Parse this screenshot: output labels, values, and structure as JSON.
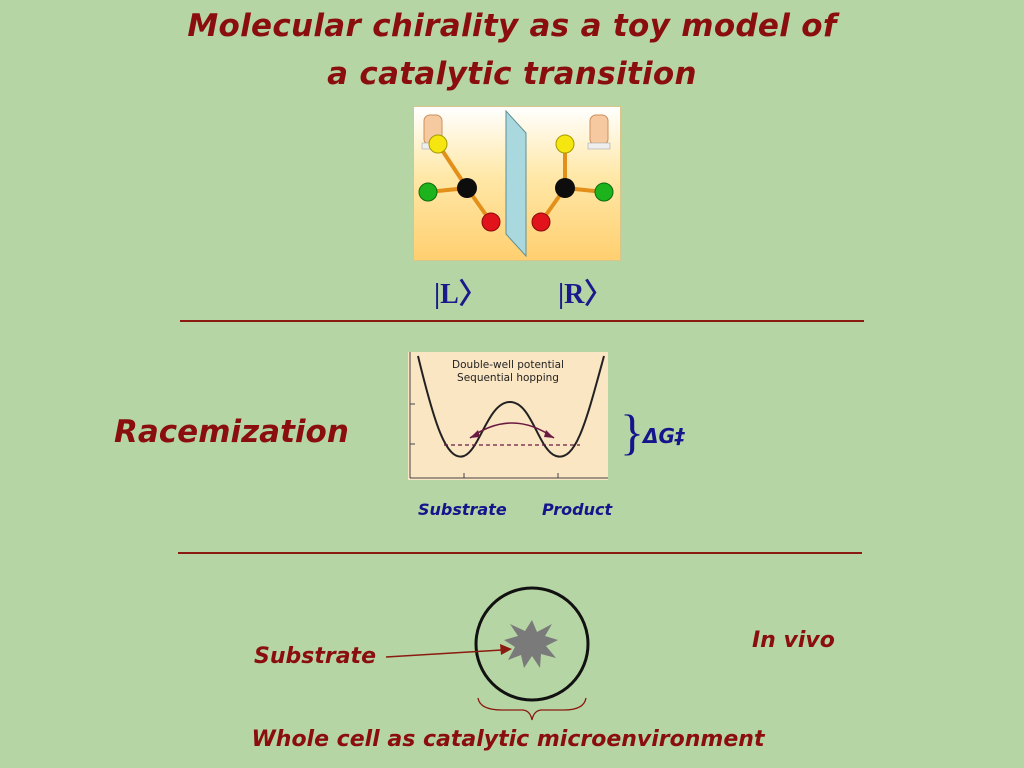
{
  "title": {
    "line1": "Molecular chirality as a toy model of",
    "line2": "a catalytic transition"
  },
  "chirality": {
    "ket_left": "|L〉",
    "ket_right": "|R〉"
  },
  "racemization": {
    "label": "Racemization",
    "plot_title_line1": "Double-well potential",
    "plot_title_line2": "Sequential hopping",
    "substrate_label": "Substrate",
    "product_label": "Product",
    "brace": "}",
    "barrier_label": "ΔG‡"
  },
  "cell": {
    "substrate_label": "Substrate",
    "in_vivo_label": "In vivo",
    "caption": "Whole cell as catalytic microenvironment"
  },
  "colors": {
    "background": "#b6d5a4",
    "title_red": "#8b0e0e",
    "ket_blue": "#1a1a8c"
  }
}
